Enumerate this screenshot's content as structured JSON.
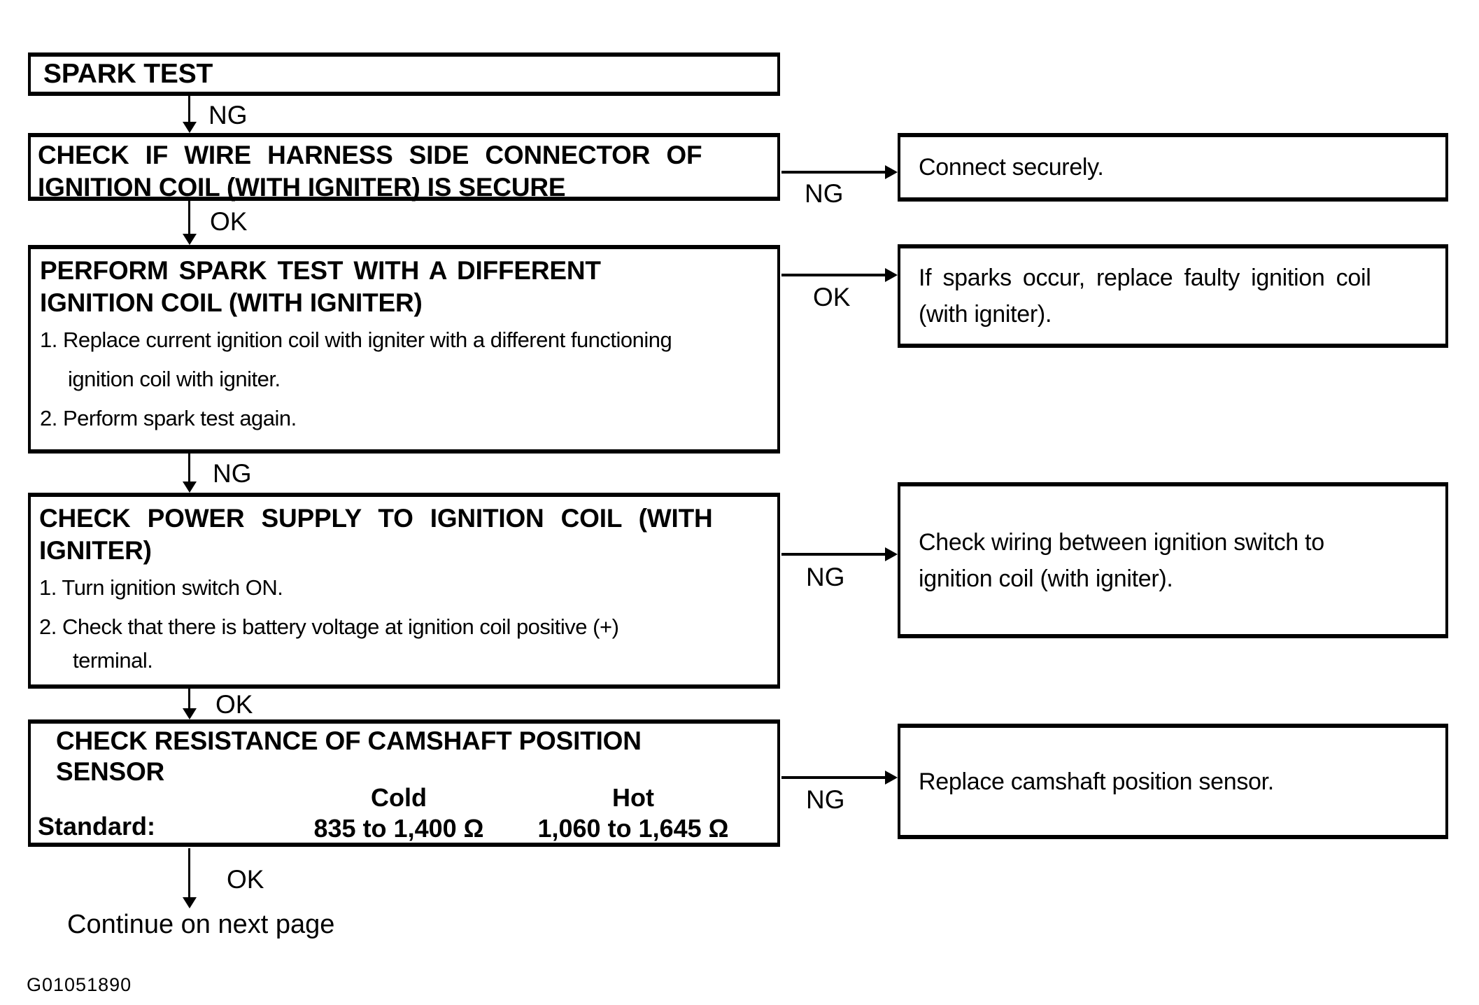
{
  "flow": {
    "step1": {
      "title": "SPARK TEST"
    },
    "v1": "NG",
    "step2": {
      "line1": "CHECK IF WIRE HARNESS SIDE CONNECTOR OF",
      "line2": "IGNITION COIL (WITH IGNITER) IS SECURE"
    },
    "r1": {
      "arrow": "NG",
      "text": "Connect securely."
    },
    "v2": "OK",
    "step3": {
      "line1": "PERFORM SPARK TEST WITH A DIFFERENT",
      "line2": "IGNITION COIL (WITH IGNITER)",
      "item1a": "1. Replace current ignition coil with igniter with a different functioning",
      "item1b": "ignition coil with igniter.",
      "item2": "2. Perform spark test again."
    },
    "r2": {
      "arrow": "OK",
      "line1": "If sparks occur, replace faulty ignition coil",
      "line2": "(with igniter)."
    },
    "v3": "NG",
    "step4": {
      "line1": "CHECK POWER SUPPLY TO IGNITION COIL (WITH",
      "line2": "IGNITER)",
      "item1": "1. Turn ignition switch ON.",
      "item2a": "2. Check that there is battery voltage at ignition coil positive (+)",
      "item2b": "terminal."
    },
    "r3": {
      "arrow": "NG",
      "line1": "Check wiring between ignition switch to",
      "line2": "ignition coil (with igniter)."
    },
    "v4": "OK",
    "step5": {
      "line1": "CHECK RESISTANCE OF CAMSHAFT POSITION",
      "line2": "SENSOR",
      "standard_label": "Standard:",
      "cold_header": "Cold",
      "cold_value": "835 to 1,400 Ω",
      "hot_header": "Hot",
      "hot_value": "1,060 to 1,645 Ω"
    },
    "r4": {
      "arrow": "NG",
      "text": "Replace camshaft position sensor."
    },
    "v5": "OK",
    "continue_note": "Continue on next page",
    "figure_code": "G01051890"
  }
}
